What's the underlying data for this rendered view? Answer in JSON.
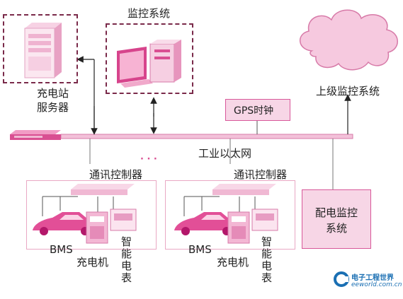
{
  "title_monitor": "监控系统",
  "server_label": "充电站\n服务器",
  "cloud_label": "上级监控系统",
  "gps_label": "GPS时钟",
  "ethernet_label": "工业以太网",
  "ellipsis": "· · ·",
  "controller_label": "通讯控制器",
  "bms_label": "BMS",
  "charger_label": "充电机",
  "meter_label": "智能电表",
  "dist_label": "配电监控系统",
  "watermark_site": "eeworld.com.cn",
  "watermark_cn": "电子工程世界",
  "colors": {
    "pink": "#e27fb2",
    "deep_pink": "#c2186b",
    "light_pink": "#f7d6e6",
    "dark_dash": "#7a2a4a"
  }
}
